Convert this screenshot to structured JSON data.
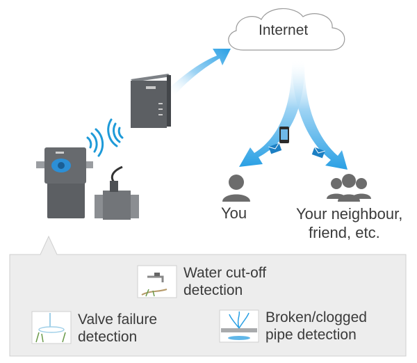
{
  "cloud": {
    "label": "Internet"
  },
  "recipients": {
    "you": "You",
    "neighbour_line1": "Your neighbour,",
    "neighbour_line2": "friend, etc."
  },
  "features": {
    "water_cutoff": {
      "line1": "Water cut-off",
      "line2": "detection"
    },
    "valve_failure": {
      "line1": "Valve failure",
      "line2": "detection"
    },
    "pipe": {
      "line1": "Broken/clogged",
      "line2": "pipe detection"
    }
  },
  "colors": {
    "arrow": "#2aa0e4",
    "wifi": "#1e9ad8",
    "panel": "#ededed",
    "device": "#5c5f63"
  }
}
